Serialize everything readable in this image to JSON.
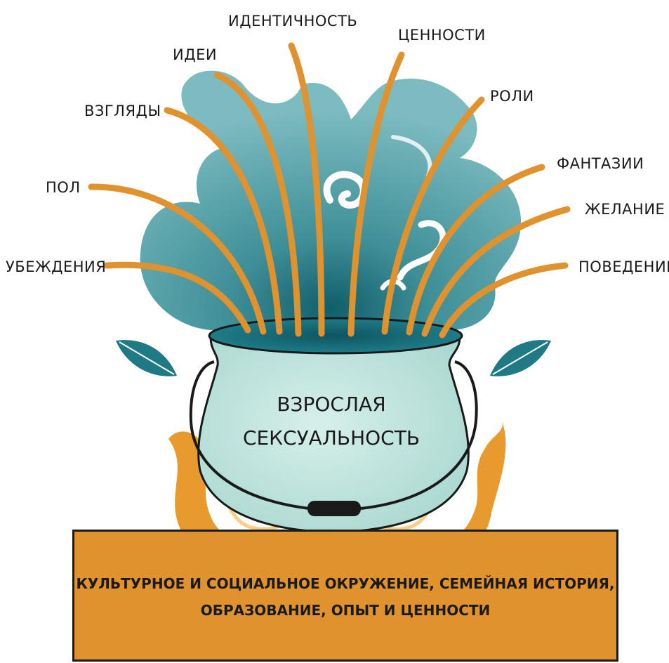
{
  "colors": {
    "steam": "#6fb0b5",
    "steam_dark": "#14707a",
    "pot": "#bfe3dd",
    "strand": "#e0922f",
    "fire": "#e89a2c",
    "leaf": "#1f7a86",
    "base": "#e0922f",
    "outline": "#1a1a1a"
  },
  "labels": {
    "beliefs": "УБЕЖДЕНИЯ",
    "gender": "ПОЛ",
    "views": "ВЗГЛЯДЫ",
    "ideas": "ИДЕИ",
    "identity": "ИДЕНТИЧНОСТЬ",
    "values": "ЦЕННОСТИ",
    "roles": "РОЛИ",
    "fantasies": "ФАНТАЗИИ",
    "desire": "ЖЕЛАНИЕ",
    "behavior": "ПОВЕДЕНИЕ"
  },
  "pot": {
    "line1": "ВЗРОСЛАЯ",
    "line2": "СЕКСУАЛЬНОСТЬ"
  },
  "base": {
    "line1": "КУЛЬТУРНОЕ И СОЦИАЛЬНОЕ ОКРУЖЕНИЕ, СЕМЕЙНАЯ ИСТОРИЯ,",
    "line2": "ОБРАЗОВАНИЕ, ОПЫТ И ЦЕННОСТИ"
  },
  "icons": [
    "steam-cloud-icon",
    "leaf-icon",
    "fire-icon",
    "cauldron-icon"
  ]
}
